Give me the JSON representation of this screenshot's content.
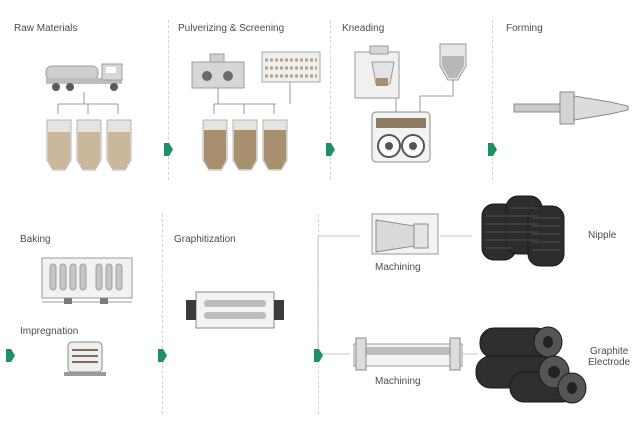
{
  "stages": {
    "raw_materials": "Raw Materials",
    "pulverizing": "Pulverizing & Screening",
    "kneading": "Kneading",
    "forming": "Forming",
    "baking": "Baking",
    "impregnation": "Impregnation",
    "graphitization": "Graphitization"
  },
  "machining": {
    "top": "Machining",
    "bottom": "Machining"
  },
  "products": {
    "nipple": "Nipple",
    "graphite_line1": "Graphite",
    "graphite_line2": "Electrode"
  },
  "colors": {
    "accent_green": "#1f8f65",
    "machine_grey": "#bcbcbc",
    "material_tan": "#a89479",
    "separator": "#cfd6d2"
  }
}
